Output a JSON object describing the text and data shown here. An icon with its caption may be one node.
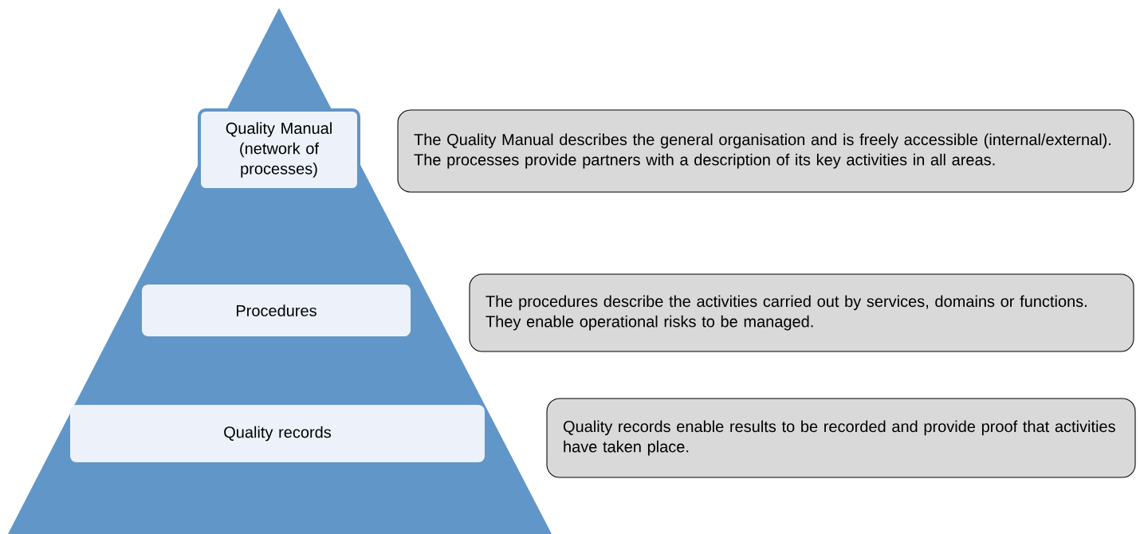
{
  "diagram": {
    "nodes": [
      {
        "text": [
          "Quality Manual (network of processes)"
        ]
      },
      {
        "text": [
          "Procedures"
        ]
      },
      {
        "text": [
          "Quality records"
        ]
      },
      {
        "text": [
          "The Quality Manual describes the general organisation and is freely accessible (internal/external). The processes provide partners with a description of its key activities in all areas."
        ]
      },
      {
        "text": [
          "The procedures describe the activities carried out by services, domains or functions. They enable operational risks to be managed."
        ]
      },
      {
        "text": [
          "Quality records enable results to be recorded and provide proof that activities have taken place."
        ]
      }
    ]
  }
}
